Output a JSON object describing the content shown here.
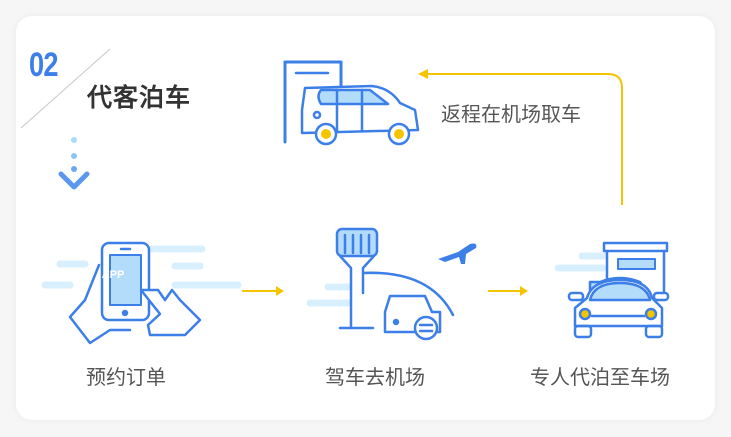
{
  "section": {
    "number": "02",
    "title": "代客泊车"
  },
  "steps": [
    {
      "label": "预约订单",
      "icon": "phone-app-icon",
      "app_text": "APP"
    },
    {
      "label": "驾车去机场",
      "icon": "airport-car-icon"
    },
    {
      "label": "专人代泊至车场",
      "icon": "parking-car-icon"
    },
    {
      "label": "返程在机场取车",
      "icon": "pickup-car-icon"
    }
  ],
  "colors": {
    "accent": "#3d7fe8",
    "arrow": "#f5c400",
    "light": "#d8efff",
    "fill": "#b3dcfa"
  }
}
